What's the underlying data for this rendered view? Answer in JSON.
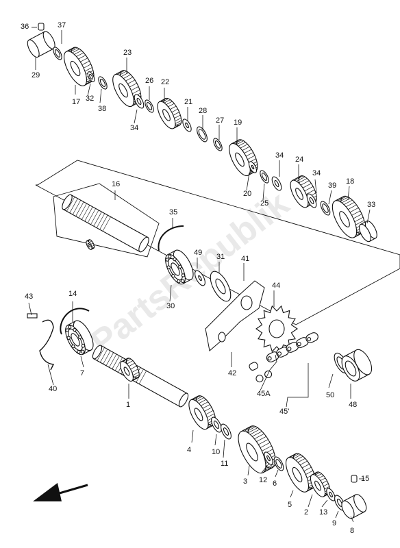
{
  "watermark": "PartsRepublik",
  "labels": [
    "36",
    "37",
    "29",
    "17",
    "32",
    "38",
    "23",
    "34",
    "26",
    "22",
    "21",
    "28",
    "27",
    "19",
    "20",
    "25",
    "34",
    "24",
    "34",
    "39",
    "18",
    "33",
    "16",
    "35",
    "49",
    "31",
    "41",
    "30",
    "44",
    "43",
    "14",
    "7",
    "40",
    "42",
    "45A",
    "45'",
    "50",
    "48",
    "1",
    "4",
    "10",
    "11",
    "3",
    "12",
    "6",
    "5",
    "2",
    "13",
    "15",
    "9",
    "8"
  ],
  "colors": {
    "line": "#111111",
    "fill": "#ffffff",
    "shade": "#bdbdbd"
  }
}
